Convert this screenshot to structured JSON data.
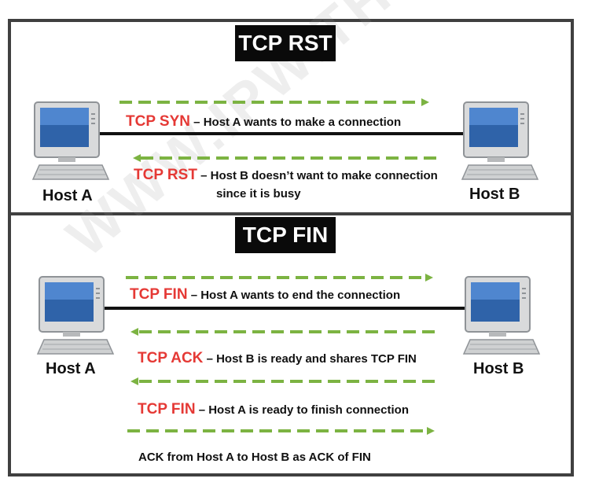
{
  "rst": {
    "title": "TCP RST",
    "host_a": "Host A",
    "host_b": "Host B",
    "messages": [
      {
        "keyword": "TCP SYN",
        "text": " – Host A wants to make a connection",
        "direction": "right"
      },
      {
        "keyword": "TCP RST",
        "text": " – Host B doesn’t want to make connection",
        "subtext": "since it is busy",
        "direction": "left"
      }
    ]
  },
  "fin": {
    "title": "TCP FIN",
    "host_a": "Host A",
    "host_b": "Host B",
    "messages": [
      {
        "keyword": "TCP FIN",
        "text": " – Host A wants to end the connection",
        "direction": "right"
      },
      {
        "keyword": "TCP ACK",
        "text": " – Host B is ready and shares TCP FIN",
        "direction": "left"
      },
      {
        "keyword": "TCP FIN",
        "text": " – Host A is ready to finish connection",
        "direction": "left"
      },
      {
        "keyword": "",
        "text": "ACK from Host A to Host B as ACK of FIN",
        "direction": "right"
      }
    ]
  },
  "watermark": "WWW.IPWITHEASE.COM",
  "colors": {
    "arrow": "#7cb342",
    "keyword": "#e53935",
    "border": "#404040",
    "title_bg": "#0a0a0a"
  },
  "icons": [
    "computer-icon"
  ]
}
